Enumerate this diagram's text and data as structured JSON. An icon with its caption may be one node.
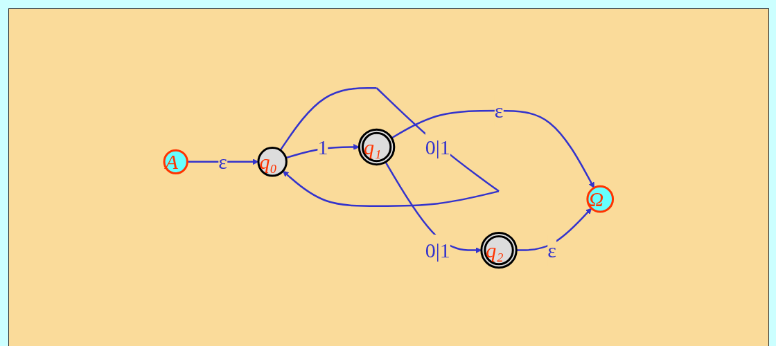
{
  "diagram": {
    "nodes": [
      {
        "text": [
          "A"
        ]
      },
      {
        "text": [
          "q₀"
        ]
      },
      {
        "text": [
          "q₁"
        ]
      },
      {
        "text": [
          "q₂"
        ]
      },
      {
        "text": [
          "Ω"
        ]
      }
    ],
    "edges": [
      {
        "from": 0,
        "to": 1,
        "arrow": "to",
        "label": "ε"
      },
      {
        "from": 1,
        "to": 1,
        "arrow": "to",
        "label": "0|1"
      },
      {
        "from": 1,
        "to": 2,
        "arrow": "to",
        "label": "1"
      },
      {
        "from": 2,
        "to": 3,
        "arrow": "to",
        "label": "0|1"
      },
      {
        "from": 2,
        "to": 4,
        "arrow": "to",
        "label": "ε"
      },
      {
        "from": 3,
        "to": 4,
        "arrow": "to",
        "label": "ε"
      }
    ]
  }
}
